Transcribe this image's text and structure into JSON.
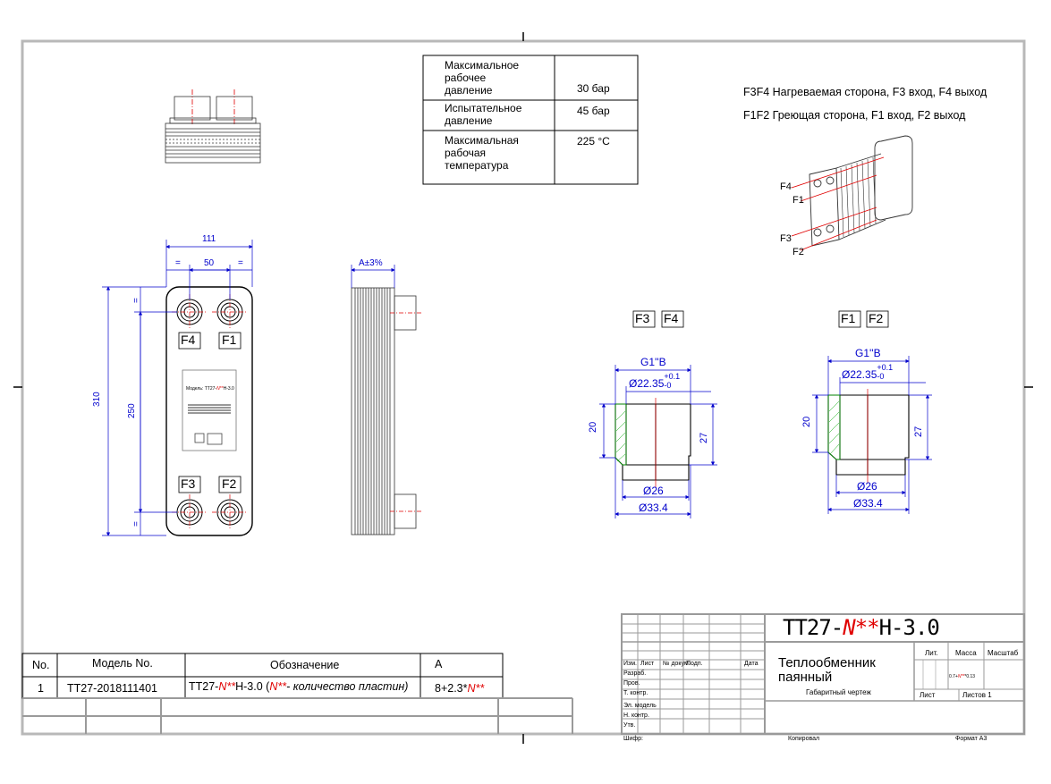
{
  "specs": [
    {
      "label": "Максимальное рабочее давление",
      "value": "30 бар"
    },
    {
      "label": "Испытательное давление",
      "value": "45 бар"
    },
    {
      "label": "Максимальная рабочая температура",
      "value": "225 °C"
    }
  ],
  "notes": {
    "line1": "F3F4 Нагреваемая сторона, F3 вход, F4 выход",
    "line2": "F1F2 Греющая сторона, F1 вход, F2 выход"
  },
  "ports": {
    "f1": "F1",
    "f2": "F2",
    "f3": "F3",
    "f4": "F4"
  },
  "dims": {
    "width_total": "111",
    "width_ports": "50",
    "eq": "=",
    "height_total": "310",
    "height_ports": "250",
    "thickness": "A±3%",
    "thread": "G1''B",
    "bore": "Ø22.35",
    "tol_up": "+0.1",
    "tol_down": "-0",
    "len20": "20",
    "len27": "27",
    "d26": "Ø26",
    "d334": "Ø33.4"
  },
  "plate_label": {
    "model": "Модель: TT27-",
    "model_var": "N**",
    "model_end": "H-3.0"
  },
  "bom": {
    "headers": {
      "no": "No.",
      "model": "Модель No.",
      "designation": "Обозначение",
      "a": "A"
    },
    "row": {
      "no": "1",
      "model": "TT27-2018111401",
      "designation_prefix": "TT27-",
      "designation_var": "N**",
      "designation_mid": "H-3.0  (",
      "designation_var2": "N**",
      "designation_note": "- количество пластин)",
      "a_prefix": "8+2.3*",
      "a_var": "N**"
    }
  },
  "title_block": {
    "code_prefix": "TT27-",
    "code_var": "N**",
    "code_suffix": "H-3.0",
    "name_line1": "Теплообменник",
    "name_line2": "паянный",
    "subtitle": "Габаритный чертеж",
    "lit": "Лит.",
    "mass": "Масса",
    "scale": "Масштаб",
    "mass_value_prefix": "0.7+",
    "mass_value_var": "N**",
    "mass_value_suffix": "*0.13",
    "sheet": "Лист",
    "sheets": "Листов 1",
    "rev_headers": [
      "Изм.",
      "Лист",
      "№ докум.",
      "Подп.",
      "Дата"
    ],
    "roles": [
      "Разраб.",
      "Пров.",
      "Т. контр.",
      "",
      "Эл. модель",
      "Н. контр.",
      "Утв."
    ],
    "cipher": "Шифр:",
    "copied": "Копировал",
    "format": "Формат А3"
  }
}
